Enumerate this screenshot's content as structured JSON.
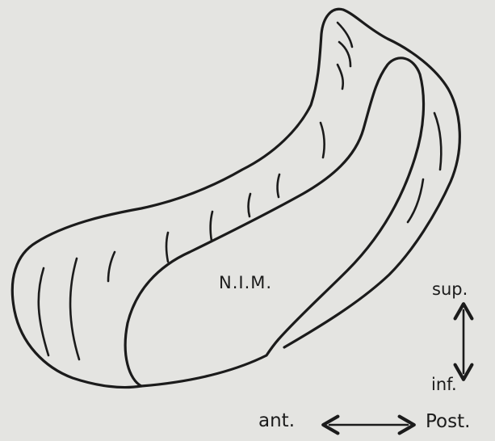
{
  "figure": {
    "background_color": "#e4e4e1",
    "ink_color": "#1b1b1b"
  },
  "labels": {
    "region": "N.I.M.",
    "superior": "sup.",
    "inferior": "inf.",
    "anterior": "ant.",
    "posterior": "Post."
  }
}
